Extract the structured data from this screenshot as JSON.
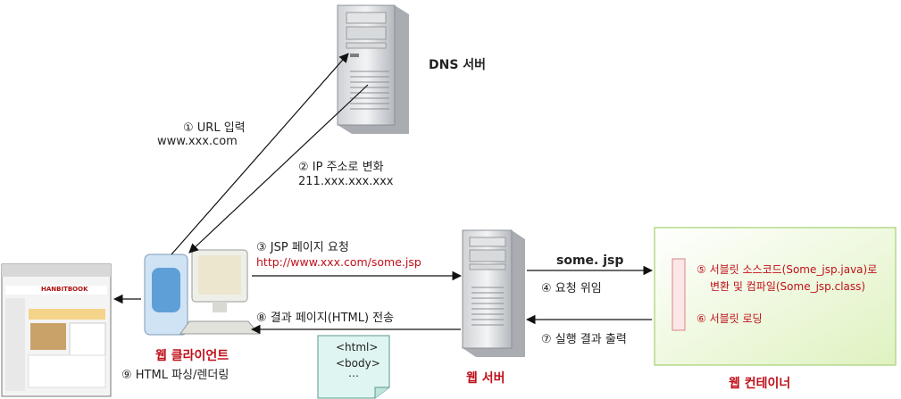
{
  "dns_server": {
    "label": "DNS 서버"
  },
  "web_server": {
    "label": "웹 서버"
  },
  "web_client": {
    "label": "웹 클라이언트",
    "parse_step": "⑨ HTML 파싱/렌더링"
  },
  "web_container": {
    "label": "웹 컨테이너",
    "step5_line1": "⑤ 서블릿 소스코드(Some_jsp.java)로",
    "step5_line2": "변환 및 컴파일(Some_jsp.class)",
    "step6": "⑥ 서블릿 로딩"
  },
  "steps": {
    "s1_title": "① URL 입력",
    "s1_value": "www.xxx.com",
    "s2_title": "② IP 주소로 변화",
    "s2_value": "211.xxx.xxx.xxx",
    "s3_title": "③ JSP 페이지 요청",
    "s3_url": "http://www.xxx.com/some.jsp",
    "s4": "④ 요청 위임",
    "s7": "⑦ 실행 결과 출력",
    "s8": "⑧ 결과 페이지(HTML) 전송",
    "jsp_file": "some. jsp"
  },
  "html_doc": {
    "line1": "<html>",
    "line2": "<body>",
    "line3": "⋯"
  },
  "browser": {
    "brand": "HANBITBOOK"
  },
  "colors": {
    "red_label": "#c0101a",
    "container_fill": "#e6f7c9",
    "container_border": "#b5d98a",
    "doc_fill": "#dff5f1"
  }
}
